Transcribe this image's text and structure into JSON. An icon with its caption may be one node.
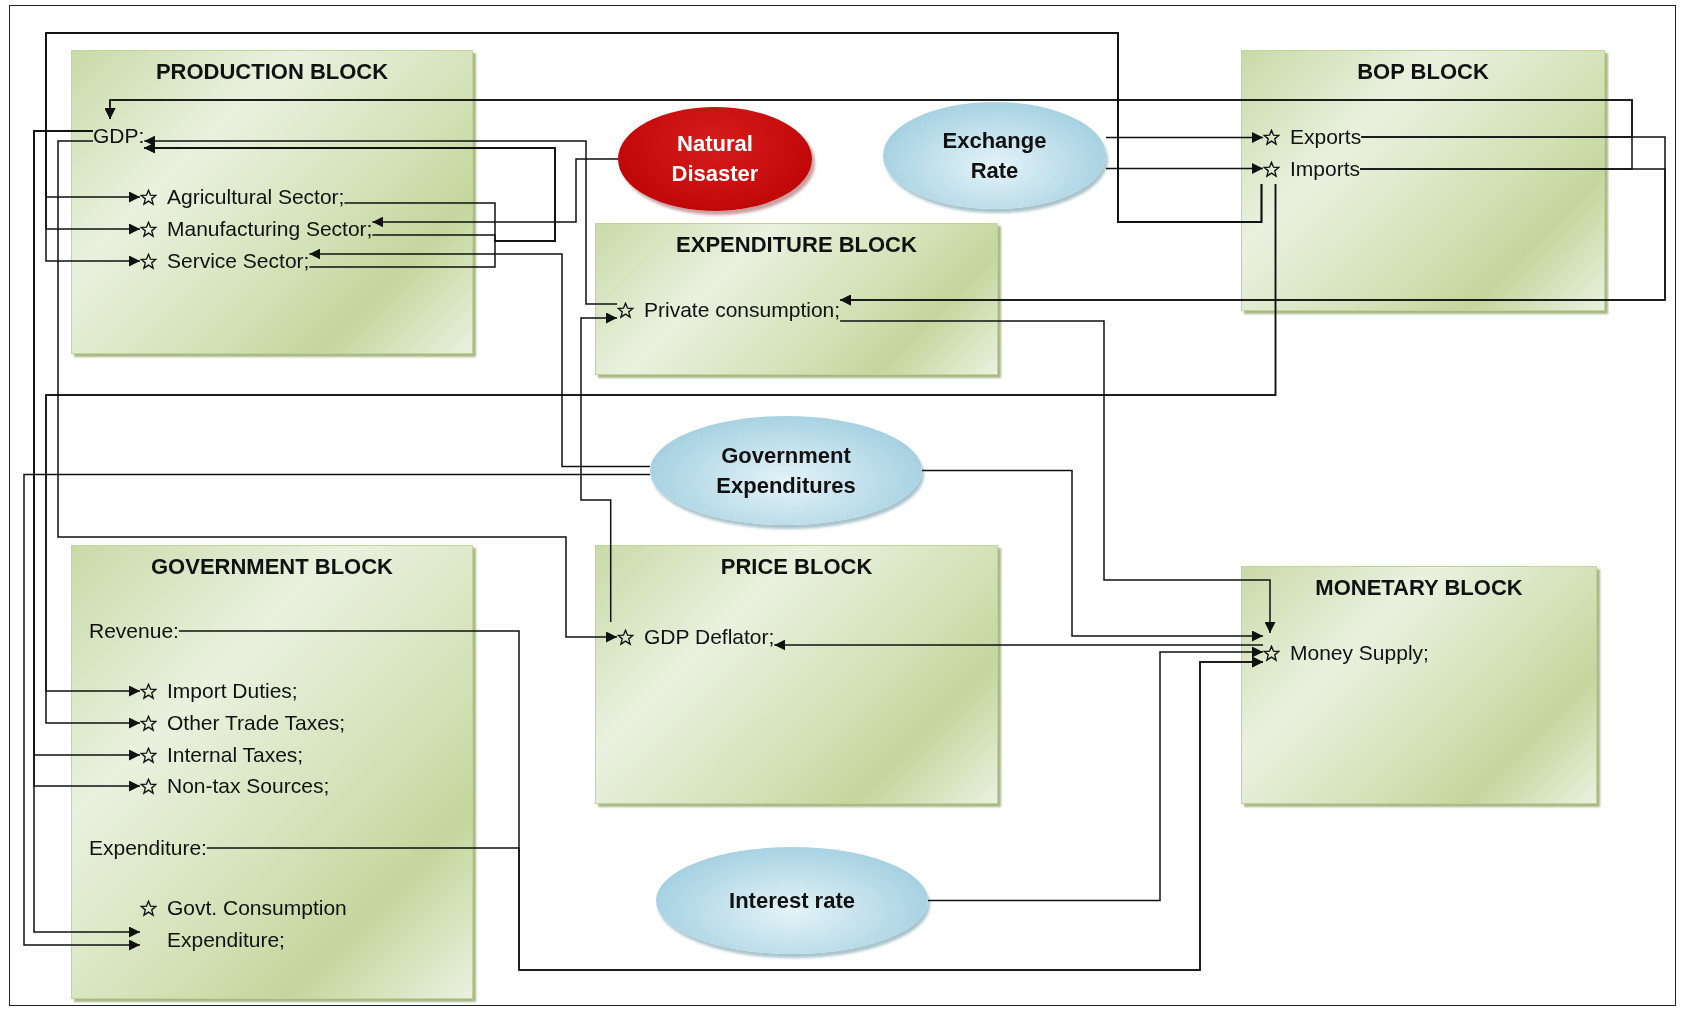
{
  "diagram": {
    "nodes": [
      {
        "text": [
          "PRODUCTION BLOCK"
        ]
      },
      {
        "text": [
          "GDP:"
        ],
        "in": 0
      },
      {
        "text": [
          "Agricultural Sector;"
        ],
        "in": 0
      },
      {
        "text": [
          "Manufacturing Sector;"
        ],
        "in": 0
      },
      {
        "text": [
          "Service Sector;"
        ],
        "in": 0
      },
      {
        "text": [
          "Natural Disaster"
        ]
      },
      {
        "text": [
          "Exchange Rate"
        ]
      },
      {
        "text": [
          "BOP BLOCK"
        ]
      },
      {
        "text": [
          "Exports"
        ],
        "in": 7
      },
      {
        "text": [
          "Imports"
        ],
        "in": 7
      },
      {
        "text": [
          "EXPENDITURE BLOCK"
        ]
      },
      {
        "text": [
          "Private consumption;"
        ],
        "in": 10
      },
      {
        "text": [
          "Government Expenditures"
        ]
      },
      {
        "text": [
          "GOVERNMENT BLOCK"
        ]
      },
      {
        "text": [
          "Revenue:"
        ],
        "in": 13
      },
      {
        "text": [
          "Import Duties;"
        ],
        "in": 13
      },
      {
        "text": [
          "Other Trade Taxes;"
        ],
        "in": 13
      },
      {
        "text": [
          "Internal Taxes;"
        ],
        "in": 13
      },
      {
        "text": [
          "Non-tax Sources;"
        ],
        "in": 13
      },
      {
        "text": [
          "Expenditure:"
        ],
        "in": 13
      },
      {
        "text": [
          "Govt. Consumption Expenditure;"
        ],
        "in": 13
      },
      {
        "text": [
          "PRICE BLOCK"
        ]
      },
      {
        "text": [
          "GDP Deflator;"
        ],
        "in": 21
      },
      {
        "text": [
          "MONETARY BLOCK"
        ]
      },
      {
        "text": [
          "Money Supply;"
        ],
        "in": 23
      },
      {
        "text": [
          "Interest rate"
        ]
      }
    ],
    "edges": [
      {
        "from": 6,
        "to": 8,
        "arrow": "to"
      },
      {
        "from": 6,
        "to": 9,
        "arrow": "to"
      },
      {
        "from": 8,
        "to": 1,
        "arrow": "to"
      },
      {
        "from": 9,
        "to": 1,
        "arrow": "to"
      },
      {
        "from": 8,
        "to": 11,
        "arrow": "to"
      },
      {
        "from": 9,
        "to": 11,
        "arrow": "to"
      },
      {
        "from": 2,
        "to": 1,
        "arrow": "to"
      },
      {
        "from": 3,
        "to": 1,
        "arrow": "to"
      },
      {
        "from": 4,
        "to": 1,
        "arrow": "to"
      },
      {
        "from": 5,
        "to": 3,
        "arrow": "to"
      },
      {
        "from": 11,
        "to": 1,
        "arrow": "to"
      },
      {
        "from": 22,
        "to": 11,
        "arrow": "to"
      },
      {
        "from": 12,
        "to": 4,
        "arrow": "to"
      },
      {
        "from": 12,
        "to": 20,
        "arrow": "to"
      },
      {
        "from": 12,
        "to": 24,
        "arrow": "to"
      },
      {
        "from": 11,
        "to": 24,
        "arrow": "to"
      },
      {
        "from": 25,
        "to": 24,
        "arrow": "to"
      },
      {
        "from": 14,
        "to": 24,
        "arrow": "to"
      },
      {
        "from": 19,
        "to": 24,
        "arrow": "to"
      },
      {
        "from": 24,
        "to": 22,
        "arrow": "to"
      },
      {
        "from": 9,
        "to": 2,
        "arrow": "to"
      },
      {
        "from": 9,
        "to": 3,
        "arrow": "to"
      },
      {
        "from": 9,
        "to": 4,
        "arrow": "to"
      },
      {
        "from": 9,
        "to": 15,
        "arrow": "to"
      },
      {
        "from": 9,
        "to": 16,
        "arrow": "to"
      },
      {
        "from": 1,
        "to": 17,
        "arrow": "to"
      },
      {
        "from": 1,
        "to": 18,
        "arrow": "to"
      },
      {
        "from": 1,
        "to": 20,
        "arrow": "to"
      },
      {
        "from": 1,
        "to": 22,
        "arrow": "to"
      }
    ]
  }
}
